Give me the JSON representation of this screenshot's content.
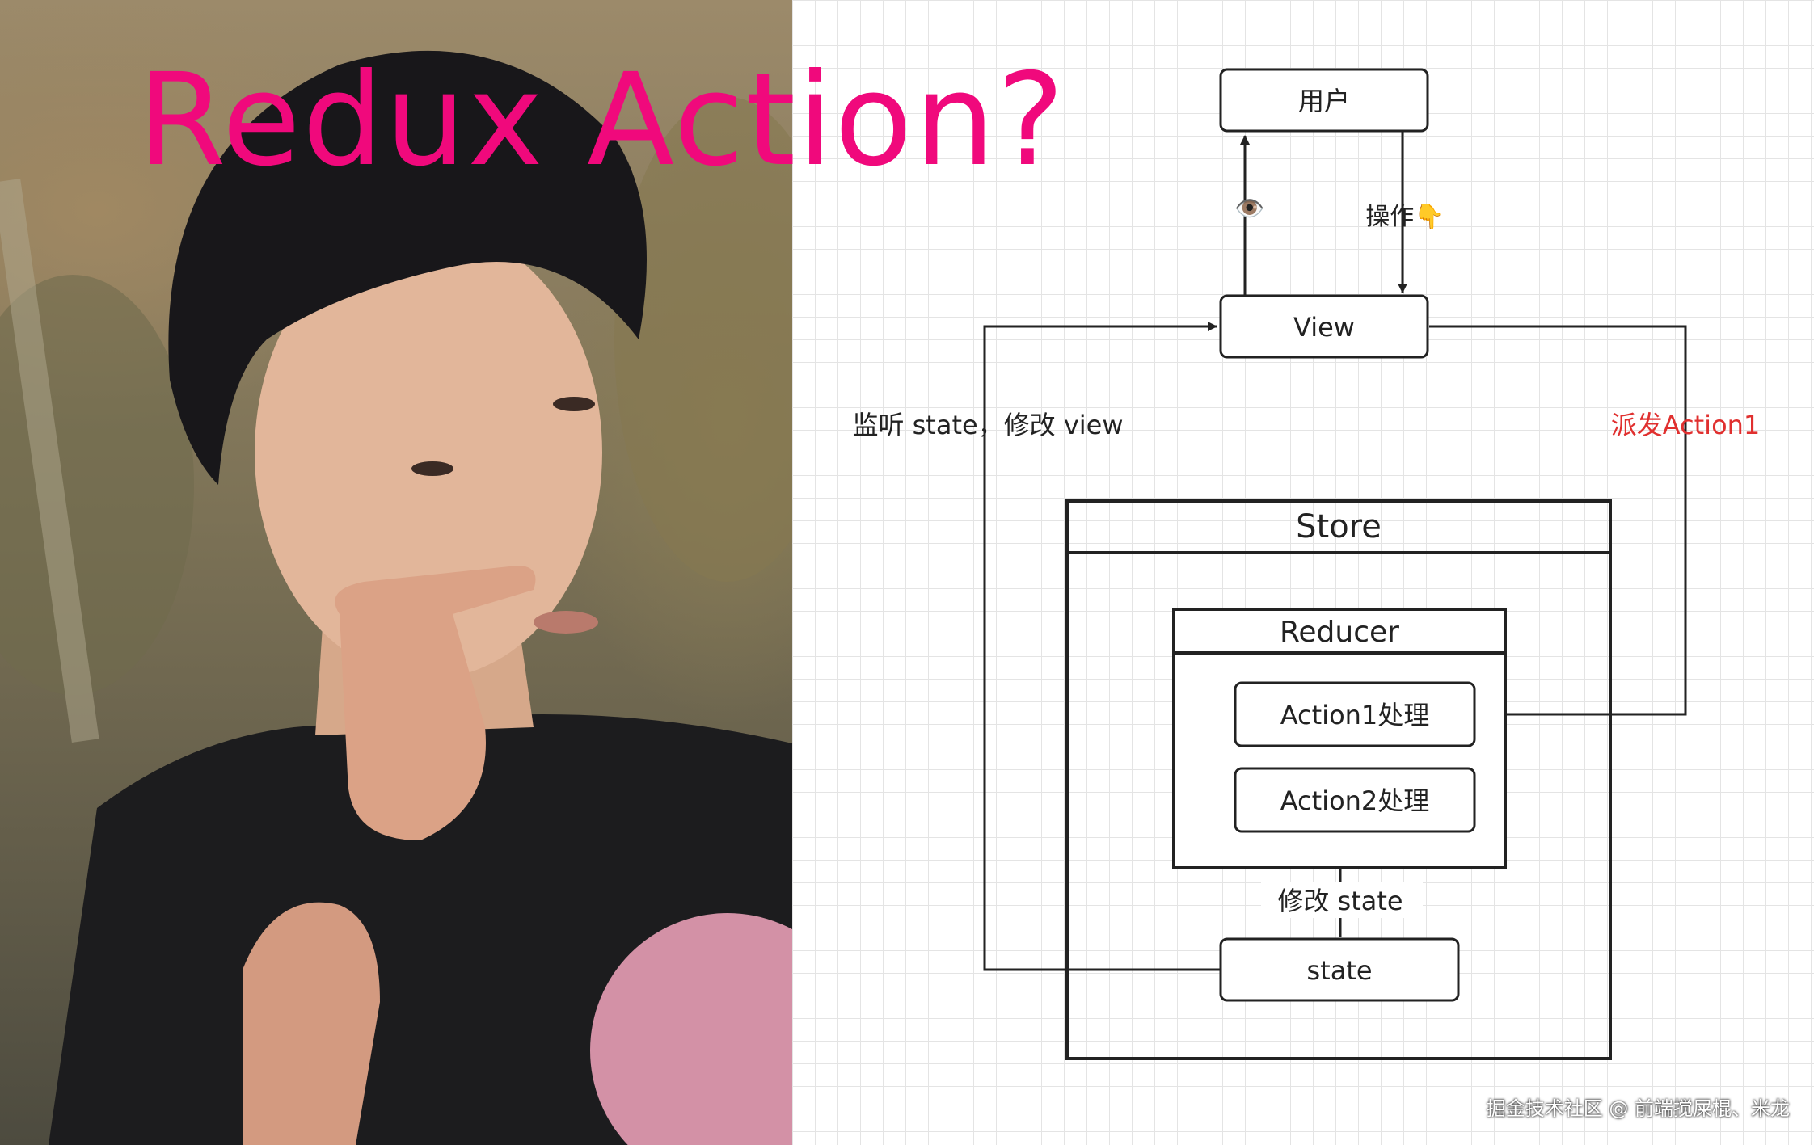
{
  "title": "Redux Action?",
  "diagram": {
    "user_node": "用户",
    "view_node": "View",
    "store_title": "Store",
    "reducer_title": "Reducer",
    "action1_node": "Action1处理",
    "action2_node": "Action2处理",
    "state_node": "state",
    "eye_label": "👁️",
    "operate_label": "操作👇",
    "listen_label": "监听 state，修改 view",
    "dispatch_label": "派发Action1",
    "modify_state_label": "修改 state"
  },
  "watermark": "掘金技术社区 @ 前端搅屎棍、米龙",
  "colors": {
    "title": "#f0097c",
    "dispatch": "#e0302f",
    "stroke": "#222222"
  }
}
